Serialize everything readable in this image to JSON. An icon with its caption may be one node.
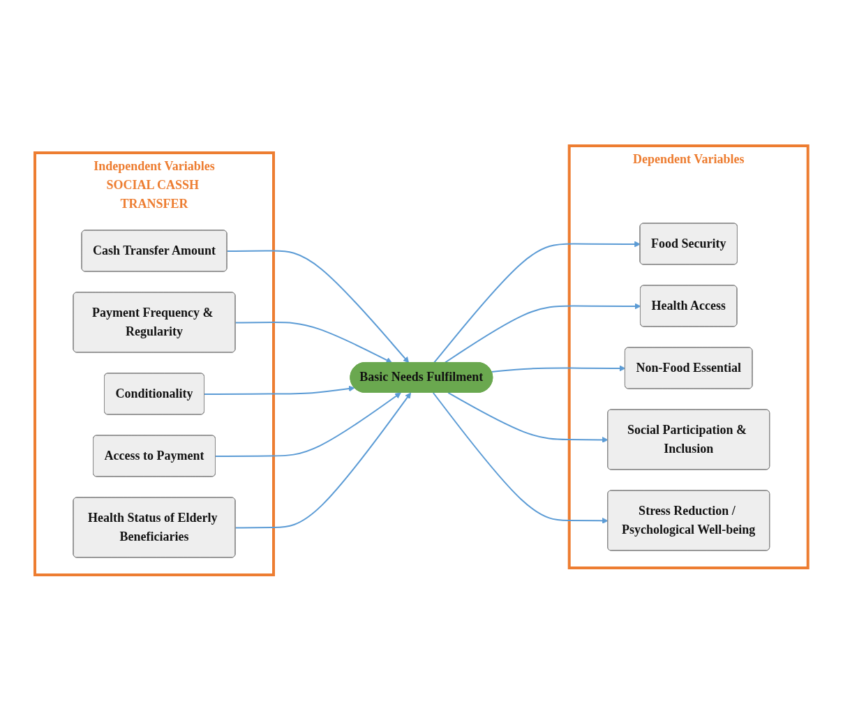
{
  "diagram": {
    "nodes": [
      {
        "text": [
          "Independent Variables",
          "SOCIAL CASSH TRANSFER"
        ]
      },
      {
        "text": [
          "Cash Transfer Amount"
        ],
        "in": 0
      },
      {
        "text": [
          "Payment Frequency & Regularity"
        ],
        "in": 0
      },
      {
        "text": [
          "Conditionality"
        ],
        "in": 0
      },
      {
        "text": [
          "Access to Payment"
        ],
        "in": 0
      },
      {
        "text": [
          "Health Status of Elderly Beneficiaries"
        ],
        "in": 0
      },
      {
        "text": [
          "Basic Needs Fulfilment"
        ]
      },
      {
        "text": [
          "Dependent Variables"
        ]
      },
      {
        "text": [
          "Food Security"
        ],
        "in": 7
      },
      {
        "text": [
          "Health Access"
        ],
        "in": 7
      },
      {
        "text": [
          "Non-Food Essential"
        ],
        "in": 7
      },
      {
        "text": [
          "Social Participation & Inclusion"
        ],
        "in": 7
      },
      {
        "text": [
          "Stress Reduction / Psychological Well-being"
        ],
        "in": 7
      }
    ],
    "edges": [
      {
        "from": 1,
        "to": 6,
        "arrow": "to"
      },
      {
        "from": 2,
        "to": 6,
        "arrow": "to"
      },
      {
        "from": 3,
        "to": 6,
        "arrow": "to"
      },
      {
        "from": 4,
        "to": 6,
        "arrow": "to"
      },
      {
        "from": 5,
        "to": 6,
        "arrow": "to"
      },
      {
        "from": 6,
        "to": 8,
        "arrow": "to"
      },
      {
        "from": 6,
        "to": 9,
        "arrow": "to"
      },
      {
        "from": 6,
        "to": 10,
        "arrow": "to"
      },
      {
        "from": 6,
        "to": 11,
        "arrow": "to"
      },
      {
        "from": 6,
        "to": 12,
        "arrow": "to"
      }
    ]
  }
}
